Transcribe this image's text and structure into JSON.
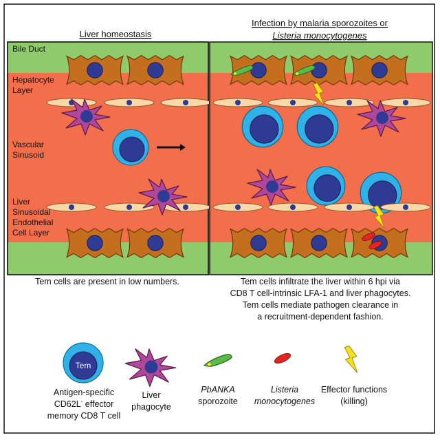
{
  "panels": {
    "left_title": "Liver homeostasis",
    "right_title_line1": "Infection by malaria sporozoites or",
    "right_title_line2": "Listeria monocytogenes"
  },
  "layers": {
    "bile_duct": "Bile Duct",
    "hepatocyte_1": "Hepatocyte",
    "hepatocyte_2": "Layer",
    "vascular_1": "Vascular",
    "vascular_2": "Sinusoid",
    "endo_1": "Liver",
    "endo_2": "Sinusoidal",
    "endo_3": "Endothelial",
    "endo_4": "Cell Layer"
  },
  "captions": {
    "left": "Tem cells are present in low numbers.",
    "right_1": "Tem cells infiltrate the liver within 6 hpi via",
    "right_2": "CD8 T cell-intrinsic LFA-1 and liver phagocytes.",
    "right_3": "Tem cells mediate pathogen clearance in",
    "right_4": "a recruitment-dependent fashion."
  },
  "legend": {
    "tem_label": "Tem",
    "tem_desc_1": "Antigen-specific",
    "tem_desc_2": "CD62L",
    "tem_desc_2_sup": "-",
    "tem_desc_2b": " effector",
    "tem_desc_3": "memory CD8 T cell",
    "phago_1": "Liver",
    "phago_2": "phagocyte",
    "spz_1": "PbANKA",
    "spz_2": "sporozoite",
    "lis_1": "Listeria",
    "lis_2": "monocytogenes",
    "eff_1": "Effector functions",
    "eff_2": "(killing)"
  },
  "colors": {
    "bile": "#8fcb6b",
    "sinusoid": "#f36f4b",
    "hepatocyte": "#c46f1e",
    "nucleus": "#2e3a93",
    "endothelial": "#f8d7a8",
    "tem_outer": "#2fb2e8",
    "phagocyte": "#b0479a",
    "sporozoite": "#5ab947",
    "listeria": "#e52521",
    "lightning": "#f5e11c"
  }
}
